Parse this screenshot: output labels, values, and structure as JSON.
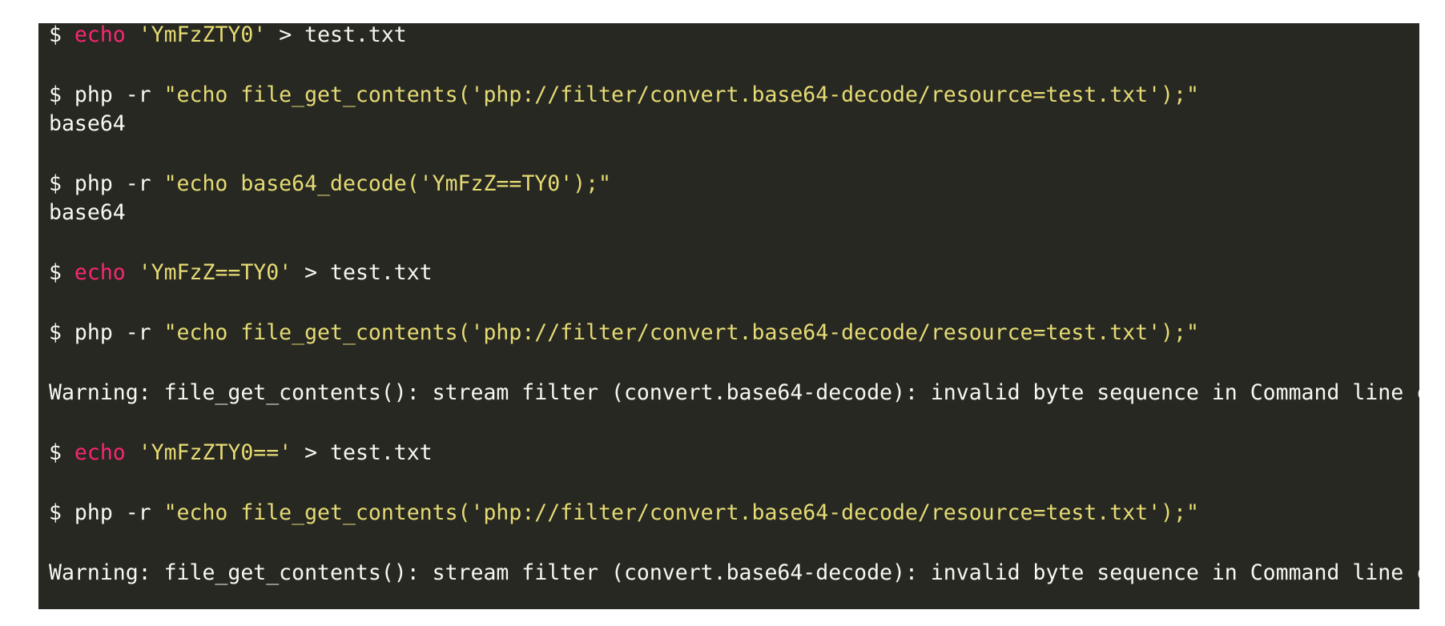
{
  "colors": {
    "background": "#272822",
    "page": "#ffffff",
    "text": "#f8f8f2",
    "keyword": "#f92672",
    "string": "#e6db74"
  },
  "lines": [
    {
      "segments": [
        {
          "t": "$ ",
          "c": "plain"
        },
        {
          "t": "echo",
          "c": "kw"
        },
        {
          "t": " ",
          "c": "plain"
        },
        {
          "t": "'YmFzZTY0'",
          "c": "str"
        },
        {
          "t": " > test.txt",
          "c": "plain"
        }
      ]
    },
    {
      "segments": [
        {
          "t": "$ php -r ",
          "c": "plain"
        },
        {
          "t": "\"echo file_get_contents('php://filter/convert.base64-decode/resource=test.txt');\"",
          "c": "str"
        }
      ]
    },
    {
      "segments": [
        {
          "t": "base64",
          "c": "plain"
        }
      ]
    },
    {
      "segments": [
        {
          "t": "$ php -r ",
          "c": "plain"
        },
        {
          "t": "\"echo base64_decode('YmFzZ==TY0');\"",
          "c": "str"
        }
      ]
    },
    {
      "segments": [
        {
          "t": "base64",
          "c": "plain"
        }
      ]
    },
    {
      "segments": [
        {
          "t": "$ ",
          "c": "plain"
        },
        {
          "t": "echo",
          "c": "kw"
        },
        {
          "t": " ",
          "c": "plain"
        },
        {
          "t": "'YmFzZ==TY0'",
          "c": "str"
        },
        {
          "t": " > test.txt",
          "c": "plain"
        }
      ]
    },
    {
      "segments": [
        {
          "t": "$ php -r ",
          "c": "plain"
        },
        {
          "t": "\"echo file_get_contents('php://filter/convert.base64-decode/resource=test.txt');\"",
          "c": "str"
        }
      ]
    },
    {
      "segments": [
        {
          "t": "Warning: file_get_contents(): stream filter (convert.base64-decode): invalid byte sequence in Command line code",
          "c": "plain"
        }
      ]
    },
    {
      "segments": [
        {
          "t": "$ ",
          "c": "plain"
        },
        {
          "t": "echo",
          "c": "kw"
        },
        {
          "t": " ",
          "c": "plain"
        },
        {
          "t": "'YmFzZTY0=='",
          "c": "str"
        },
        {
          "t": " > test.txt",
          "c": "plain"
        }
      ]
    },
    {
      "segments": [
        {
          "t": "$ php -r ",
          "c": "plain"
        },
        {
          "t": "\"echo file_get_contents('php://filter/convert.base64-decode/resource=test.txt');\"",
          "c": "str"
        }
      ]
    },
    {
      "segments": [
        {
          "t": "Warning: file_get_contents(): stream filter (convert.base64-decode): invalid byte sequence in Command line code",
          "c": "plain"
        }
      ]
    }
  ]
}
